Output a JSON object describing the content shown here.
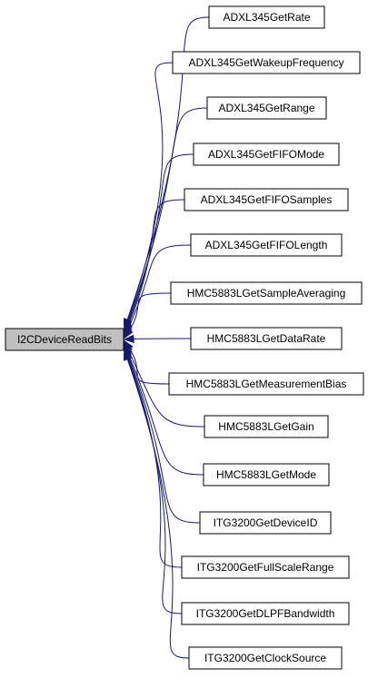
{
  "graph": {
    "root": "I2CDeviceReadBits",
    "callers": [
      "ADXL345GetRate",
      "ADXL345GetWakeupFrequency",
      "ADXL345GetRange",
      "ADXL345GetFIFOMode",
      "ADXL345GetFIFOSamples",
      "ADXL345GetFIFOLength",
      "HMC5883LGetSampleAveraging",
      "HMC5883LGetDataRate",
      "HMC5883LGetMeasurementBias",
      "HMC5883LGetGain",
      "HMC5883LGetMode",
      "ITG3200GetDeviceID",
      "ITG3200GetFullScaleRange",
      "ITG3200GetDLPFBandwidth",
      "ITG3200GetClockSource"
    ]
  },
  "colors": {
    "edge": "#191970",
    "root_fill": "#bfbfbf",
    "node_fill": "#ffffff",
    "border": "#000000"
  }
}
